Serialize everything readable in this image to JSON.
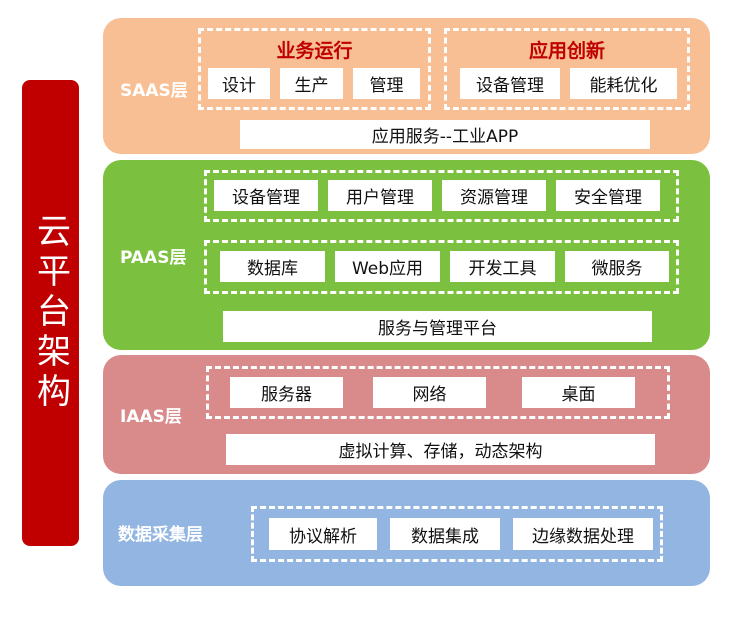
{
  "title": "云平台架构",
  "layers": {
    "saas": {
      "label": "SAAS层",
      "groups": [
        {
          "title": "业务运行",
          "items": [
            "设计",
            "生产",
            "管理"
          ]
        },
        {
          "title": "应用创新",
          "items": [
            "设备管理",
            "能耗优化"
          ]
        }
      ],
      "service": "应用服务--工业APP"
    },
    "paas": {
      "label": "PAAS层",
      "row1": [
        "设备管理",
        "用户管理",
        "资源管理",
        "安全管理"
      ],
      "row2": [
        "数据库",
        "Web应用",
        "开发工具",
        "微服务"
      ],
      "service": "服务与管理平台"
    },
    "iaas": {
      "label": "IAAS层",
      "items": [
        "服务器",
        "网络",
        "桌面"
      ],
      "service": "虚拟计算、存储，动态架构"
    },
    "data": {
      "label": "数据采集层",
      "items": [
        "协议解析",
        "数据集成",
        "边缘数据处理"
      ]
    }
  },
  "colors": {
    "title_bg": "#c00000",
    "saas": "#f7bf93",
    "paas": "#7bc03f",
    "iaas": "#d98a8a",
    "data": "#92b5e2",
    "group_title": "#c00000"
  }
}
